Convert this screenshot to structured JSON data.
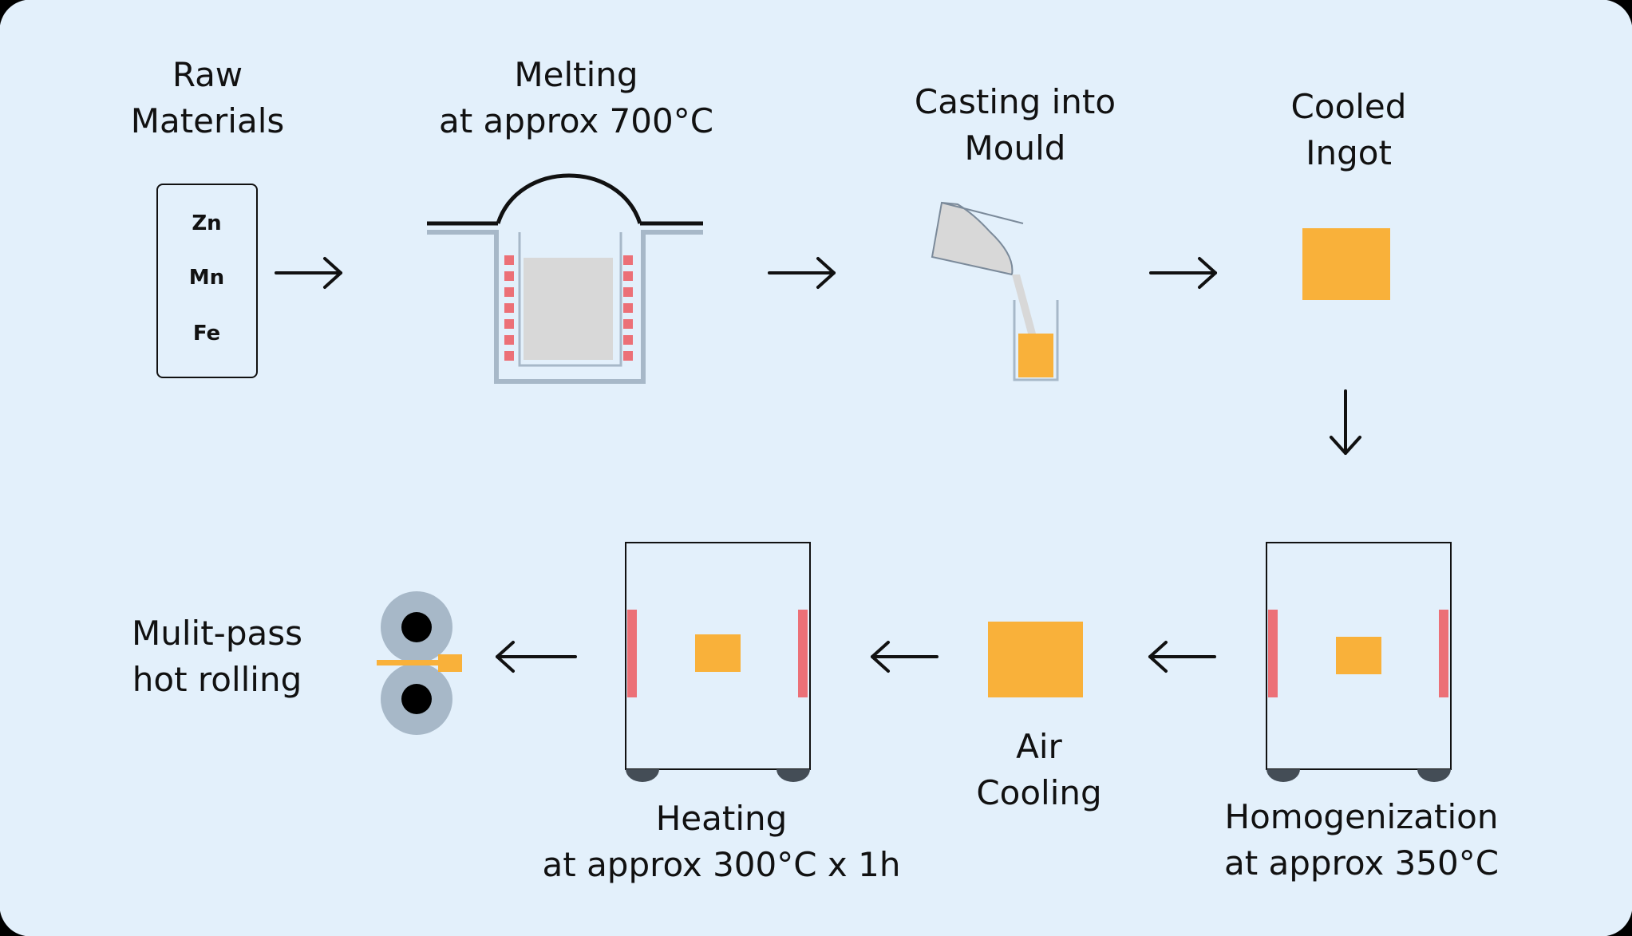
{
  "colors": {
    "background": "#e3f0fb",
    "ingot": "#f9b13a",
    "heater": "#ec7077",
    "vessel": "#a7b8c8",
    "crucible_fill": "#d8d8d8",
    "ink": "#111111"
  },
  "steps": {
    "raw": {
      "line1": "Raw",
      "line2": "Materials",
      "elements": [
        "Zn",
        "Mn",
        "Fe"
      ]
    },
    "melting": {
      "line1": "Melting",
      "line2": "at approx 700°C"
    },
    "casting": {
      "line1": "Casting into",
      "line2": "Mould"
    },
    "cooled": {
      "line1": "Cooled",
      "line2": "Ingot"
    },
    "homogenization": {
      "line1": "Homogenization",
      "line2": "at approx 350°C"
    },
    "air_cooling": {
      "line1": "Air",
      "line2": "Cooling"
    },
    "heating": {
      "line1": "Heating",
      "line2": "at approx 300°C x 1h"
    },
    "rolling": {
      "line1": "Mulit-pass",
      "line2": "hot rolling"
    }
  },
  "arrows": {
    "right": "→",
    "left": "←",
    "down": "↓"
  }
}
